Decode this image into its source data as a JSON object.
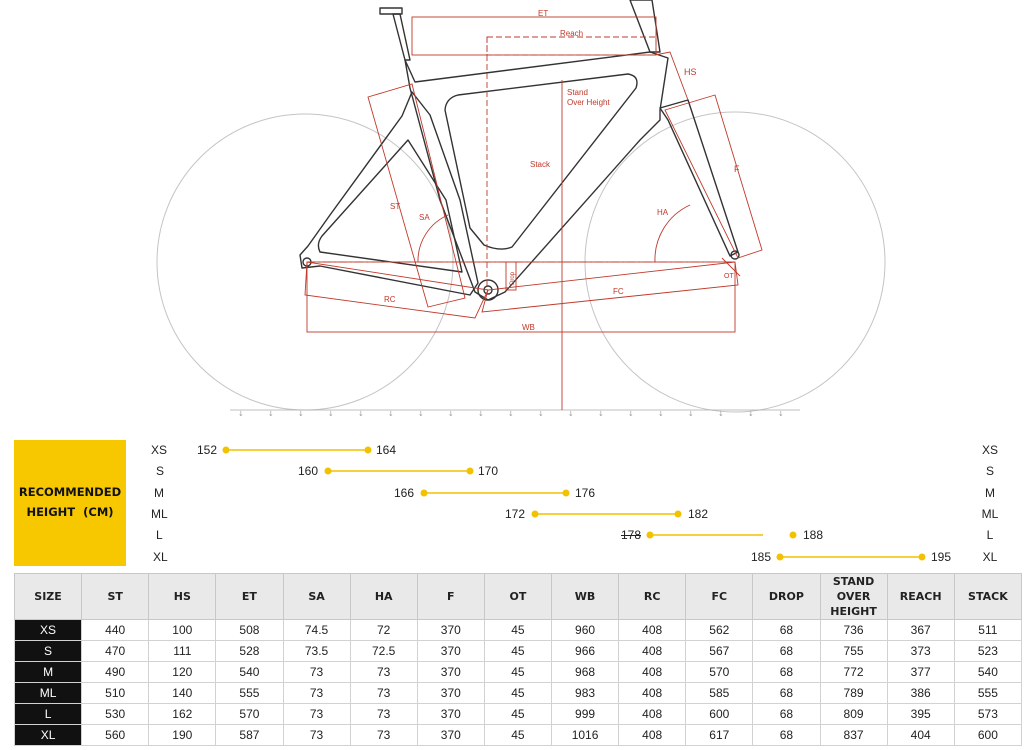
{
  "diagram": {
    "labels": {
      "et": "ET",
      "reach": "Reach",
      "hs": "HS",
      "stand_over_1": "Stand",
      "stand_over_2": "Over Height",
      "stack": "Stack",
      "f": "F",
      "st": "ST",
      "sa": "SA",
      "ha": "HA",
      "drop": "Drop",
      "ot": "OT",
      "rc": "RC",
      "fc": "FC",
      "wb": "WB"
    },
    "colors": {
      "dimension": "#c0392b",
      "frame": "#333333",
      "wheel": "#bbbbbb"
    }
  },
  "recommended": {
    "title_line1": "RECOMMENDED",
    "title_line2": "HEIGHT  (CM)",
    "accent": "#f7c800",
    "rows": [
      {
        "size": "XS",
        "min": "152",
        "max": "164"
      },
      {
        "size": "S",
        "min": "160",
        "max": "170"
      },
      {
        "size": "M",
        "min": "166",
        "max": "176"
      },
      {
        "size": "ML",
        "min": "172",
        "max": "182"
      },
      {
        "size": "L",
        "min": "178",
        "max": "188"
      },
      {
        "size": "XL",
        "min": "185",
        "max": "195"
      }
    ]
  },
  "table": {
    "headers": [
      "SIZE",
      "ST",
      "HS",
      "ET",
      "SA",
      "HA",
      "F",
      "OT",
      "WB",
      "RC",
      "FC",
      "DROP",
      "STAND OVER HEIGHT",
      "REACH",
      "STACK"
    ],
    "rows": [
      [
        "XS",
        "440",
        "100",
        "508",
        "74.5",
        "72",
        "370",
        "45",
        "960",
        "408",
        "562",
        "68",
        "736",
        "367",
        "511"
      ],
      [
        "S",
        "470",
        "111",
        "528",
        "73.5",
        "72.5",
        "370",
        "45",
        "966",
        "408",
        "567",
        "68",
        "755",
        "373",
        "523"
      ],
      [
        "M",
        "490",
        "120",
        "540",
        "73",
        "73",
        "370",
        "45",
        "968",
        "408",
        "570",
        "68",
        "772",
        "377",
        "540"
      ],
      [
        "ML",
        "510",
        "140",
        "555",
        "73",
        "73",
        "370",
        "45",
        "983",
        "408",
        "585",
        "68",
        "789",
        "386",
        "555"
      ],
      [
        "L",
        "530",
        "162",
        "570",
        "73",
        "73",
        "370",
        "45",
        "999",
        "408",
        "600",
        "68",
        "809",
        "395",
        "573"
      ],
      [
        "XL",
        "560",
        "190",
        "587",
        "73",
        "73",
        "370",
        "45",
        "1016",
        "408",
        "617",
        "68",
        "837",
        "404",
        "600"
      ]
    ]
  }
}
